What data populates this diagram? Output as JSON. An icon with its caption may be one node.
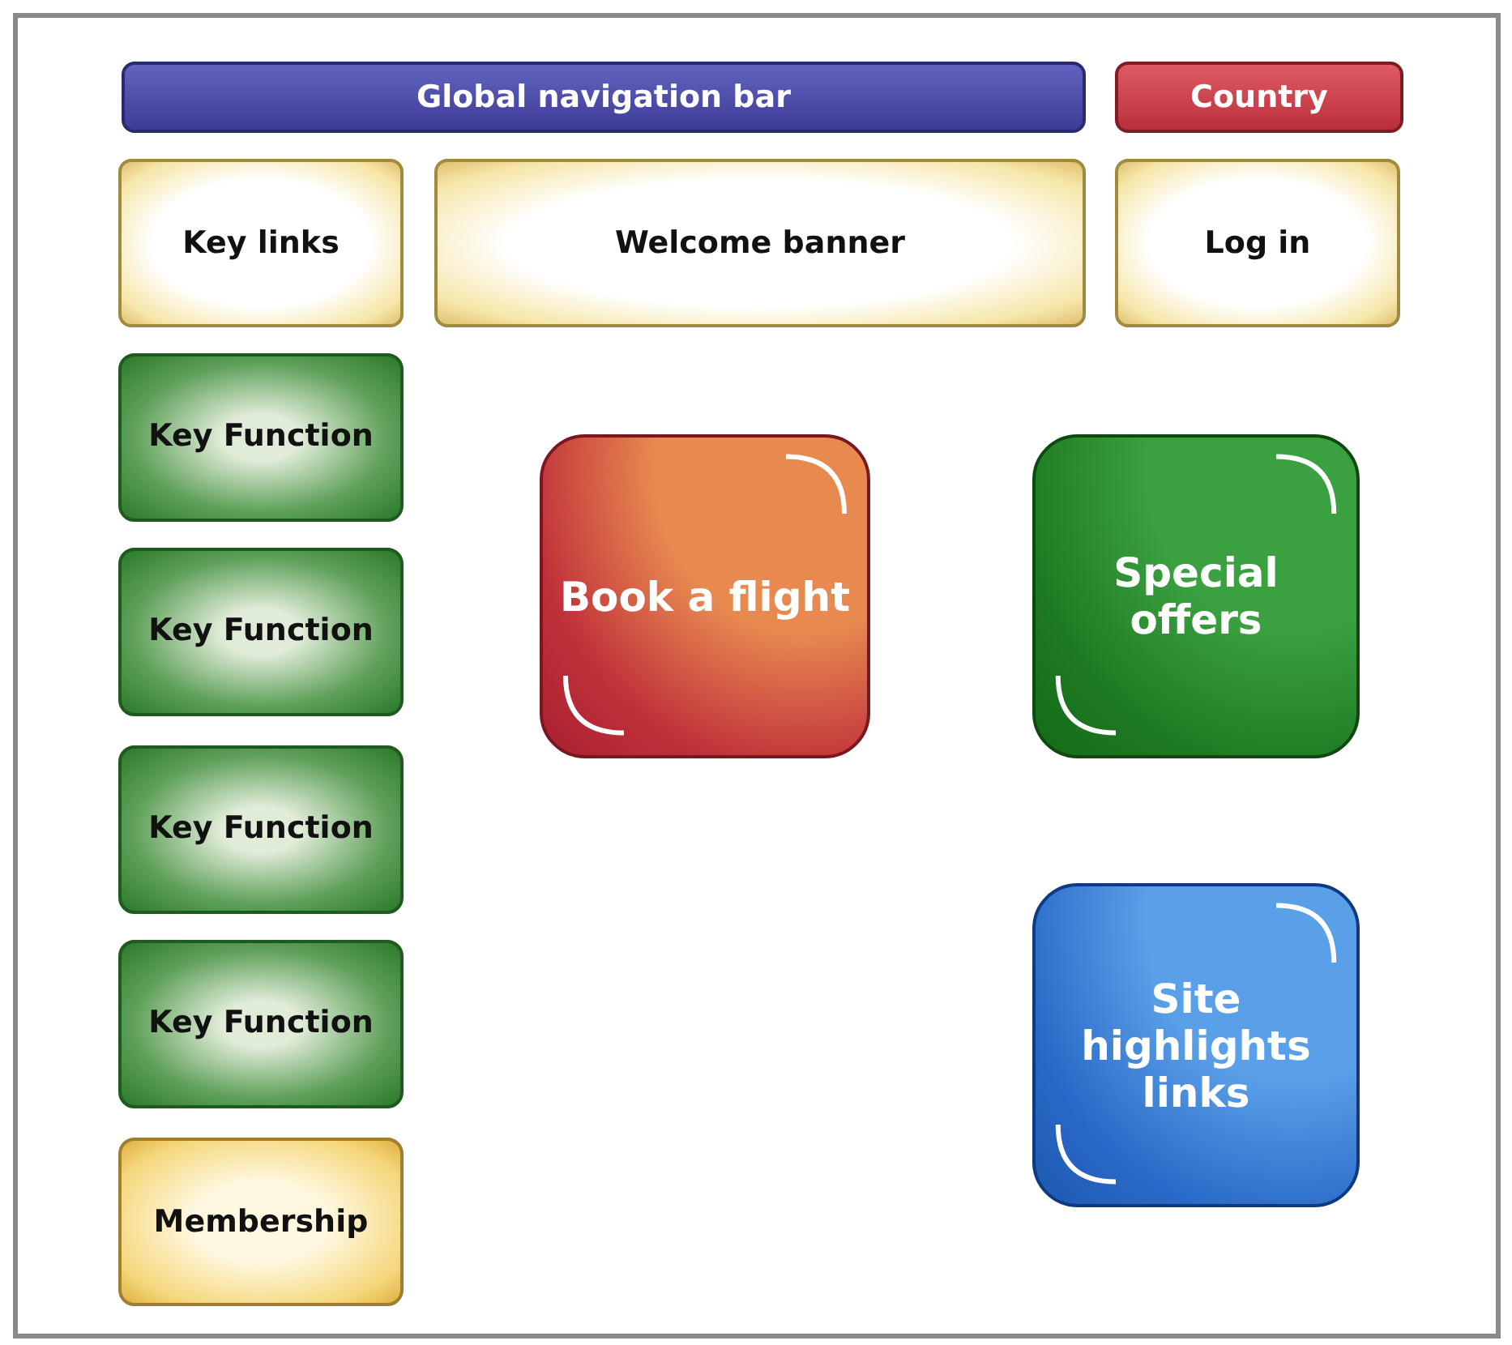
{
  "diagram": {
    "nodes": [
      {
        "text": [
          "Global navigation bar"
        ]
      },
      {
        "text": [
          "Country"
        ]
      },
      {
        "text": [
          "Key links"
        ]
      },
      {
        "text": [
          "Welcome banner"
        ]
      },
      {
        "text": [
          "Log in"
        ]
      },
      {
        "text": [
          "Key Function"
        ]
      },
      {
        "text": [
          "Book a flight"
        ]
      },
      {
        "text": [
          "Special offers"
        ]
      },
      {
        "text": [
          "Key Function"
        ]
      },
      {
        "text": [
          "Key Function"
        ]
      },
      {
        "text": [
          "Site highlights links"
        ]
      },
      {
        "text": [
          "Key Function"
        ]
      },
      {
        "text": [
          "Membership"
        ]
      }
    ]
  }
}
